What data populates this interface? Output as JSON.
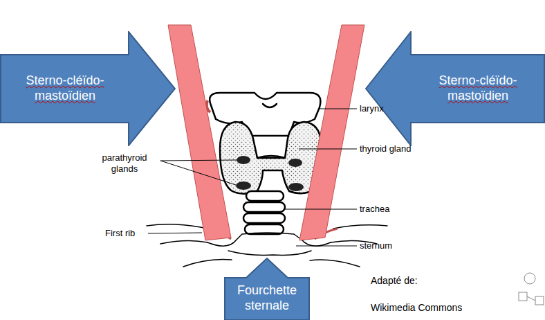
{
  "diagram": {
    "nodes": [
      {
        "text": [
          "Sterno-cléïdo- mastoïdien"
        ]
      },
      {
        "text": [
          "Sterno-cléïdo- mastoïdien"
        ]
      },
      {
        "text": [
          "Fourchette sternale"
        ]
      }
    ],
    "labels": [
      "larynx",
      "thyroid gland",
      "parathyroid glands",
      "trachea",
      "First rib",
      "sternum",
      "Adapté de:",
      "Wikimedia Commons"
    ]
  }
}
